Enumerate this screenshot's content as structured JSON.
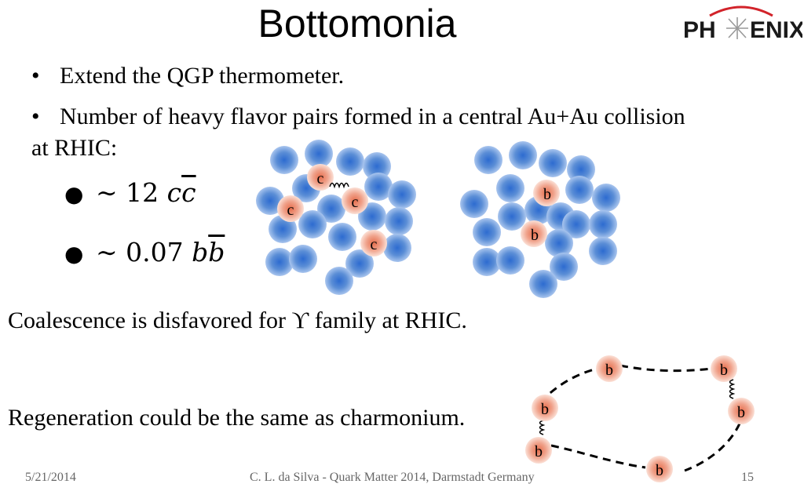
{
  "slide": {
    "title": "Bottomonia",
    "logo_text": "PHENIX",
    "bullet1": "Extend the QGP thermometer.",
    "bullet2_line1": "Number of heavy flavor pairs formed in a central Au+Au collision",
    "bullet2_line2": "at RHIC:",
    "sub1_prefix": "∼ 12 ",
    "sub1_q": "c",
    "sub1_qbar": "c",
    "sub2_prefix": "∼ 0.07 ",
    "sub2_q": "b",
    "sub2_qbar": "b",
    "coalescence": "Coalescence is disfavored for ϒ family at RHIC.",
    "regeneration": "Regeneration could be the same as charmonium.",
    "quark_c": "c",
    "quark_b": "b"
  },
  "footer": {
    "date": "5/21/2014",
    "center": "C. L. da Silva - Quark Matter 2014, Darmstadt Germany",
    "page": "15"
  },
  "colors": {
    "blue_ball": "#5b8ed6",
    "red_ball": "#f0a38c",
    "logo_red": "#d2232a"
  }
}
